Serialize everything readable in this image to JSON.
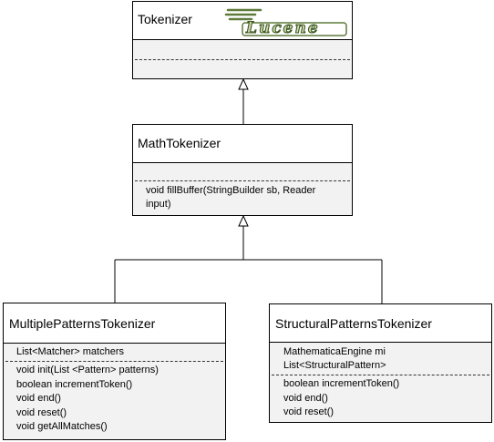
{
  "classes": {
    "tokenizer": {
      "name": "Tokenizer",
      "attributes": [],
      "operations": []
    },
    "math_tokenizer": {
      "name": "MathTokenizer",
      "attributes": [],
      "operations": [
        "void fillBuffer(StringBuilder sb, Reader",
        "input)"
      ]
    },
    "multiple_patterns_tokenizer": {
      "name": "MultiplePatternsTokenizer",
      "attributes": [
        "List<Matcher> matchers"
      ],
      "operations": [
        "void init(List <Pattern> patterns)",
        "boolean incrementToken()",
        "void end()",
        "void reset()",
        "void getAllMatches()"
      ]
    },
    "structural_patterns_tokenizer": {
      "name": "StructuralPatternsTokenizer",
      "attributes": [
        "MathematicaEngine mi",
        "List<StructuralPattern>"
      ],
      "operations": [
        "boolean incrementToken()",
        "void end()",
        "void reset()"
      ]
    }
  },
  "logo": {
    "text": "Lucene",
    "color": "#5f7a3a"
  },
  "relations": [
    {
      "type": "inheritance",
      "from": "MathTokenizer",
      "to": "Tokenizer"
    },
    {
      "type": "inheritance",
      "from": "MultiplePatternsTokenizer",
      "to": "MathTokenizer"
    },
    {
      "type": "inheritance",
      "from": "StructuralPatternsTokenizer",
      "to": "MathTokenizer"
    }
  ]
}
